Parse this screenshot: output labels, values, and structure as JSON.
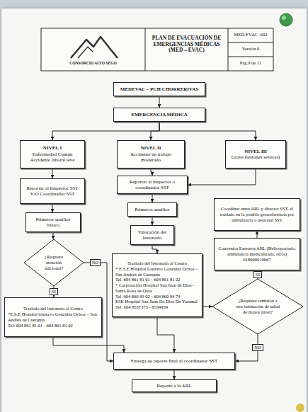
{
  "diagram": {
    "title": "PLAN DE EVACUACIÓN DE EMERGENCIAS MÉDICAS (MED – EVAC)",
    "nodes": [
      {
        "text": [
          "MEDEVAC – PCH CHORRERITAS"
        ]
      },
      {
        "text": [
          "EMERGENCIA MÉDICA"
        ]
      },
      {
        "text": [
          "NIVEL I",
          "Enfermedad Común Accidente laboral leve"
        ]
      },
      {
        "text": [
          "NIVEL II",
          "Accidente de trabajo moderado"
        ]
      },
      {
        "text": [
          "NIVEL III",
          "Grave (lesiones severas)"
        ]
      },
      {
        "text": [
          "Reportar al Inspector SST Y/O Coordinador SST"
        ]
      },
      {
        "text": [
          "Reportar al inspector o coordinador SST"
        ]
      },
      {
        "text": [
          "Primeros auxilios básico"
        ]
      },
      {
        "text": [
          "Primeros auxilios"
        ]
      },
      {
        "text": [
          "Coordinar entre ARL y director SST, el traslado en la posible georreferencia por ambulancia o personal SST"
        ]
      },
      {
        "text": [
          "¿Requiere atención adicional?"
        ]
      },
      {
        "text": [
          "Valoración del lesionado"
        ]
      },
      {
        "text": [
          "Convenios Externos ARL (Helicoportado, ambulancia medicalizada, otros) 018000919667"
        ]
      },
      {
        "text": [
          "Traslado del lesionado al Centro",
          "*E.S.E Hospital Gustavo González Ochoa – San Andrés de Cuerquia",
          "Tel: 604 861 81 01 - 604 861 81 02"
        ]
      },
      {
        "text": [
          "Traslado del lesionado al Centro",
          "* E.S.E Hospital Gustavo González Ochoa – San Andrés de Cuerquia",
          "Tel. 604 861 81 01 - 604 861 81 02",
          "* Corporación Hospital San Juan de Dios - Santa Rosa de Osos",
          "Tel. 604 860 83 02 - 604 860 84 74",
          "ESE Hospital San Juan De Dios De Yarumal",
          "Tel: 604 8537373 - 8539959"
        ]
      },
      {
        "text": [
          "¿Requiere remisión a otra institución de salud de mayor nivel?"
        ]
      },
      {
        "text": [
          "Entrega de reporte final al coordinador SST"
        ]
      },
      {
        "text": [
          "Reporte a la ARL"
        ]
      }
    ],
    "edges": [
      {
        "from": 0,
        "to": 1,
        "arrow": "to"
      },
      {
        "from": 1,
        "to": 2,
        "arrow": "to"
      },
      {
        "from": 1,
        "to": 3,
        "arrow": "to"
      },
      {
        "from": 1,
        "to": 4,
        "arrow": "to"
      },
      {
        "from": 2,
        "to": 5,
        "arrow": "to"
      },
      {
        "from": 3,
        "to": 6,
        "arrow": "to"
      },
      {
        "from": 4,
        "to": 6,
        "arrow": "to"
      },
      {
        "from": 5,
        "to": 7,
        "arrow": "to"
      },
      {
        "from": 6,
        "to": 8,
        "arrow": "to"
      },
      {
        "from": 7,
        "to": 10,
        "arrow": "to"
      },
      {
        "from": 8,
        "to": 11,
        "arrow": "to"
      },
      {
        "from": 11,
        "to": 14,
        "arrow": "to"
      },
      {
        "from": 10,
        "to": 13,
        "label": "SI",
        "arrow": "to"
      },
      {
        "from": 10,
        "to": 16,
        "label": "NO",
        "arrow": "to"
      },
      {
        "from": 13,
        "to": 16,
        "arrow": "to"
      },
      {
        "from": 14,
        "to": 16,
        "arrow": "to"
      },
      {
        "from": 14,
        "to": 15,
        "arrow": "to"
      },
      {
        "from": 15,
        "to": 12,
        "label": "SI",
        "arrow": "to"
      },
      {
        "from": 15,
        "to": 16,
        "label": "NO",
        "arrow": "to"
      },
      {
        "from": 12,
        "to": 9,
        "arrow": "to"
      },
      {
        "from": 16,
        "to": 17,
        "arrow": "to"
      }
    ],
    "labels": [
      "CONSORCIO ALTO SEGO",
      "MED-EVAC -002",
      "Versión 0",
      "Pág.9 de 11"
    ]
  }
}
